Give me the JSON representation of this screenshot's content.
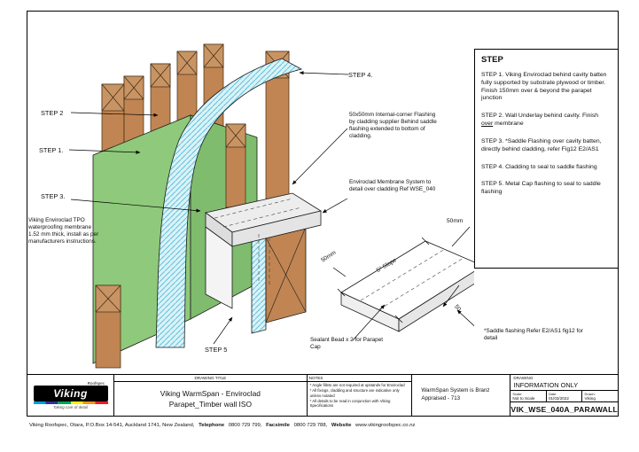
{
  "colors": {
    "timber": "#c08552",
    "timber_edge": "#3d2b17",
    "wall_green": "#8fc97b",
    "membrane_cyan": "#daf2f8",
    "membrane_hatch": "#5fc3da",
    "cap_gray": "#ededed",
    "line": "#1a1a1a"
  },
  "drawing_labels": {
    "step1": "STEP 1.",
    "step2": "STEP 2",
    "step3": "STEP 3.",
    "step4": "STEP 4.",
    "step5": "STEP 5",
    "note_corner_flashing": "50x50mm Internal-corner Flashing by cladding supplier Behind saddle flashing extended to bottom of cladding.",
    "note_membrane_system": "Enviroclad Membrane System to detail over cladding Ref WSE_040",
    "note_tpo": "Viking Enviroclad TPO waterproofing membrane 1.52 mm thick, install as per manufacturers instructions.",
    "note_sealant": "Sealant Bead x 2 for Parapet Cap",
    "note_saddle": "*Saddle flashing Refer E2/AS1 fig12 for detail",
    "dim_50mm_right": "50mm",
    "dim_50mm_left": "50mm",
    "dim_slope": "5° Slope",
    "dim_50": "50"
  },
  "steps_panel": {
    "title": "STEP",
    "step1": "STEP 1. Viking Enviroclad behind cavity batten fully supported by substrate plywood or timber. Finish 150mm over & beyond the parapet junction",
    "step2_pre": "STEP 2. Wall Underlay behind cavity. Finish ",
    "step2_underline": "over",
    "step2_post": " membrane",
    "step3": "STEP 3. *Saddle Flashing over cavity batten, directly behind cladding, refer Fig12 E2/AS1",
    "step4": "STEP 4. Cladding to seal to saddle flashing",
    "step5": "STEP 5. Metal Cap flashing to seal to saddle flashing"
  },
  "title_block": {
    "logo": {
      "roofspec": "Roofspec",
      "brand": "Viking",
      "tagline": "Taking care of detail"
    },
    "drawing_title_header": "DRAWING TITLE",
    "title_line1": "Viking WarmSpan - Enviroclad",
    "title_line2": "Parapet_Timber wall ISO",
    "notes_header": "NOTES",
    "notes": [
      "* Angle fillets are not required at upstands for Enviroclad",
      "* All fixings, cladding and structure are indicative only unless notated",
      "* All details to be read in conjunction with Viking Specifications"
    ],
    "branz": "WarmSpan System is Branz Appraised - 713",
    "drawing_header": "DRAWING",
    "information_only": "INFORMATION ONLY",
    "scale_label": "Scale:",
    "scale_value": "Not to Scale",
    "date_label": "Date:",
    "date_value": "01/03/2022",
    "drawn_label": "Drawn:",
    "drawn_value": "Viking",
    "drawing_no": "VIK_WSE_040A_PARAWALL"
  },
  "footer": {
    "address": "Viking Roofspec, Otara, P.O.Box 14-541, Auckland 1741, New Zealand,",
    "telephone_label": "Telephone",
    "telephone_value": "0800 729 799,",
    "facsimile_label": "Facsimile",
    "facsimile_value": "0800 729 788,",
    "website_label": "Website",
    "website_value": "www.vikingroofspec.co.nz"
  }
}
